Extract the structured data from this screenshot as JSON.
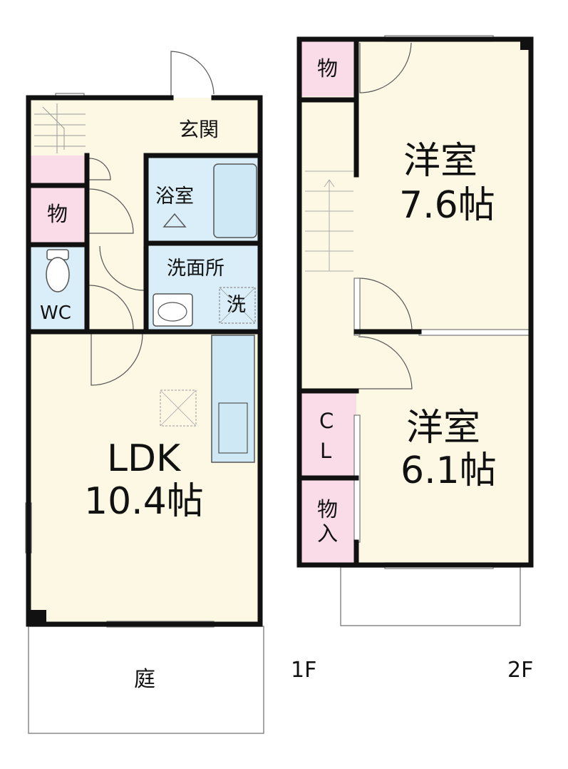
{
  "colors": {
    "wall": "#111111",
    "floor_ldk": "#fdf8e4",
    "floor_room": "#fdf8e4",
    "floor_wet": "#d9eef8",
    "floor_storage": "#f9dce7",
    "floor_plain": "#fdf8e4",
    "fixture": "#cfe8f5",
    "outline": "#888888"
  },
  "floor1": {
    "label": "1F",
    "entrance": "玄関",
    "bath": "浴室",
    "washroom": "洗面所",
    "washer_mark": "洗",
    "storage": "物",
    "toilet": "WC",
    "ldk_name": "LDK",
    "ldk_size": "10.4帖",
    "garden": "庭"
  },
  "floor2": {
    "label": "2F",
    "storage_top": "物",
    "room1_name": "洋室",
    "room1_size": "7.6帖",
    "room2_name": "洋室",
    "room2_size": "6.1帖",
    "closet_c": "C",
    "closet_l": "L",
    "storage_bottom_1": "物",
    "storage_bottom_2": "入"
  }
}
